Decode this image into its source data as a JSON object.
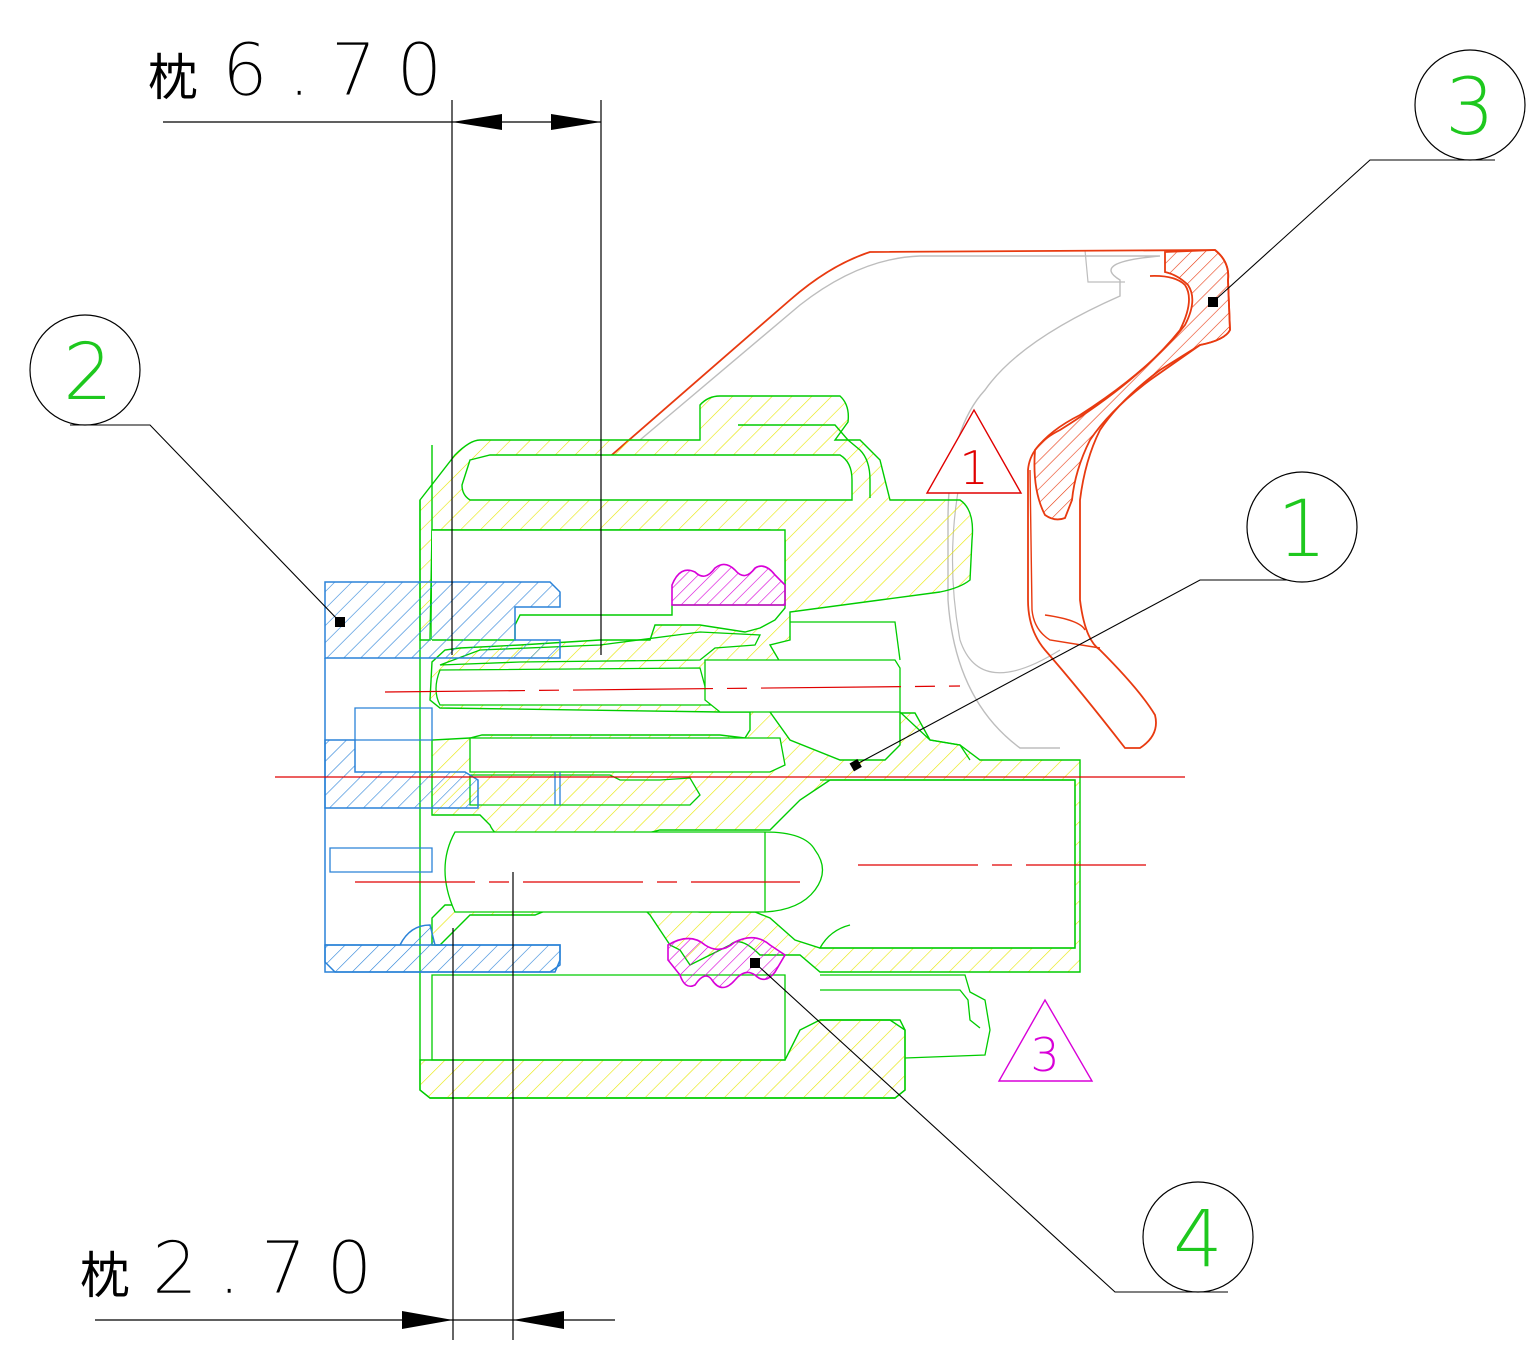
{
  "dimensions": {
    "top": {
      "prefix": "枕",
      "value": "6.70"
    },
    "bottom": {
      "prefix": "枕",
      "value": "2.70"
    }
  },
  "balloons": [
    {
      "id": "part-1",
      "label": "1"
    },
    {
      "id": "part-2",
      "label": "2"
    },
    {
      "id": "part-3",
      "label": "3"
    },
    {
      "id": "part-4",
      "label": "4"
    }
  ],
  "revision_triangles": [
    {
      "id": "rev-1",
      "label": "1"
    },
    {
      "id": "rev-3",
      "label": "3"
    }
  ],
  "colors": {
    "housing_green": "#00cc00",
    "housing_hatch": "#e6e600",
    "latch_red": "#e83a10",
    "cap_blue": "#2a82d8",
    "seal_magenta": "#d800d8",
    "centerline_red": "#e00000",
    "dimension_black": "#000000",
    "outline_grey": "#bdbdbd",
    "balloon_text_green": "#1ec81e"
  }
}
